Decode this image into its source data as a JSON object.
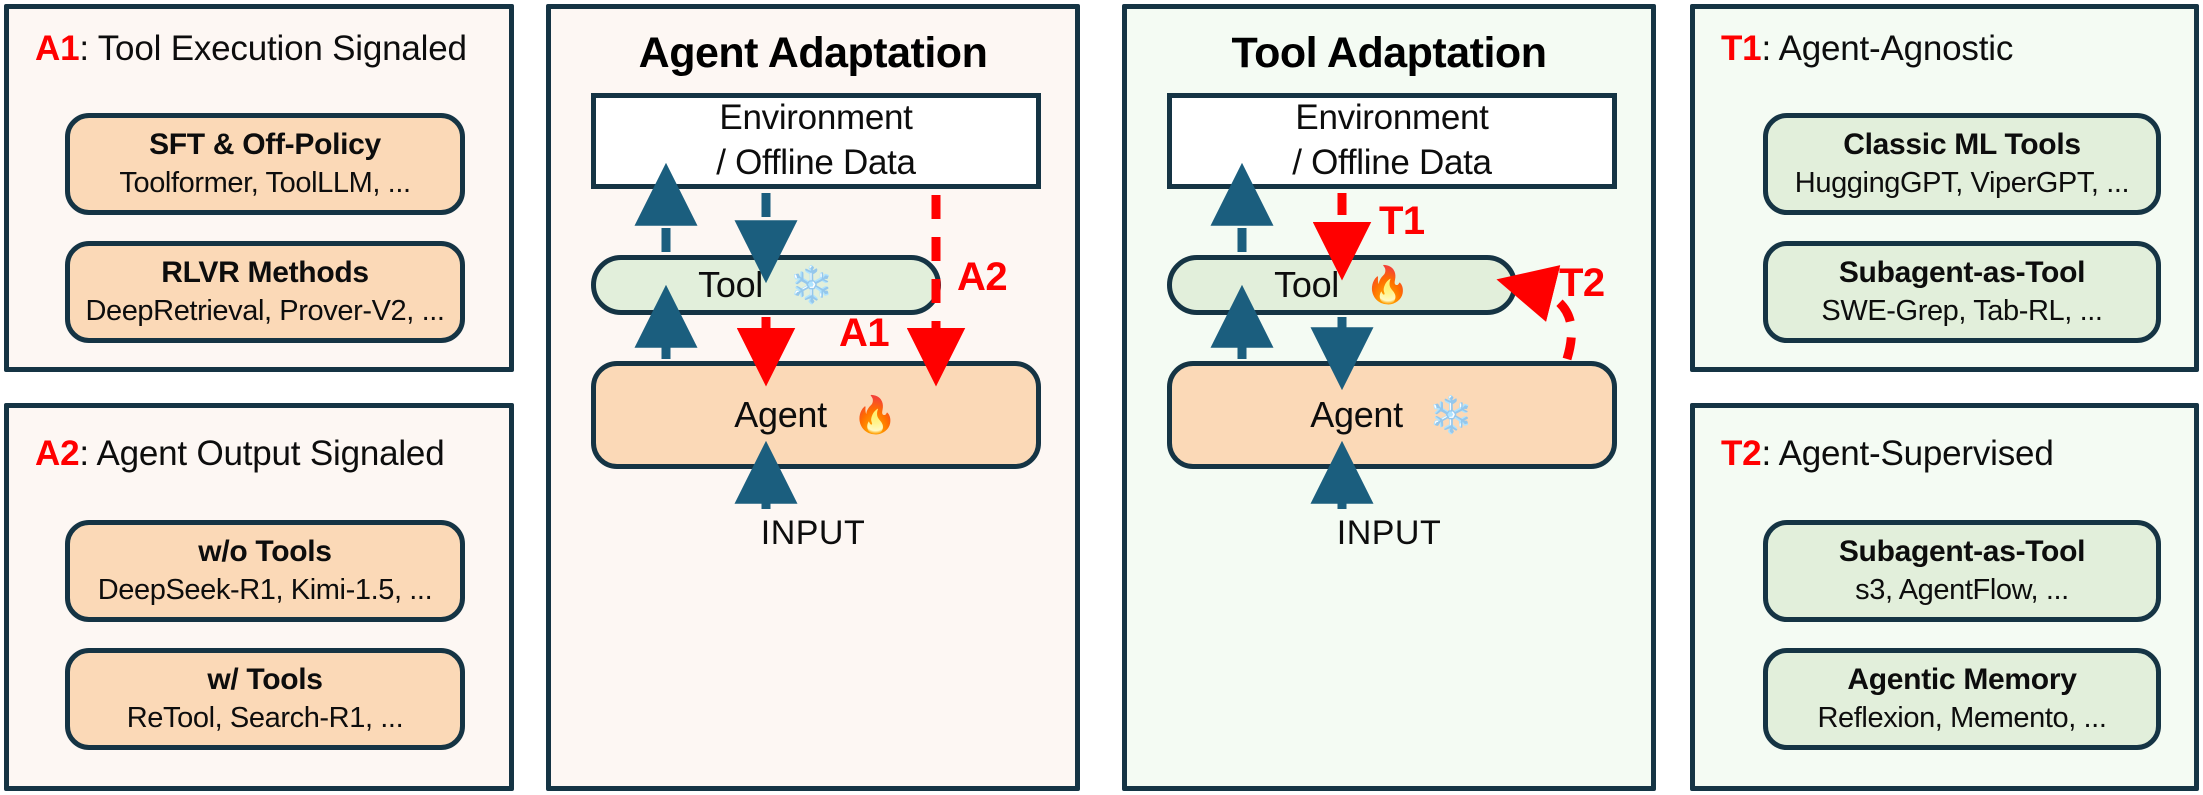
{
  "meta": {
    "accent_red": "#ff0000",
    "stroke_dark": "#153444",
    "arrow_blue": "#1b5e7e",
    "peach_fill": "#fbd9b7",
    "green_fill": "#e2efdb",
    "cream_panel": "#fdf7f3",
    "mint_panel": "#f4fbf3"
  },
  "left_panels": [
    {
      "tag": "A1",
      "title": ": Tool Execution Signaled",
      "cards": [
        {
          "heading": "SFT & Off-Policy",
          "examples": "Toolformer, ToolLLM, ..."
        },
        {
          "heading": "RLVR Methods",
          "examples": "DeepRetrieval, Prover-V2, ..."
        }
      ]
    },
    {
      "tag": "A2",
      "title": ": Agent Output Signaled",
      "cards": [
        {
          "heading": "w/o Tools",
          "examples": "DeepSeek-R1, Kimi-1.5, ..."
        },
        {
          "heading": "w/ Tools",
          "examples": "ReTool, Search-R1, ..."
        }
      ]
    }
  ],
  "center_panels": [
    {
      "title": "Agent Adaptation",
      "env_line1": "Environment",
      "env_line2": "/ Offline Data",
      "tool_label": "Tool",
      "tool_state_icon": "snowflake-frozen",
      "tool_state_glyph": "❄️",
      "agent_label": "Agent",
      "agent_state_icon": "fire-trainable",
      "agent_state_glyph": "🔥",
      "input_label": "INPUT",
      "flow_tags": [
        "A1",
        "A2"
      ]
    },
    {
      "title": "Tool Adaptation",
      "env_line1": "Environment",
      "env_line2": "/ Offline Data",
      "tool_label": "Tool",
      "tool_state_icon": "fire-trainable",
      "tool_state_glyph": "🔥",
      "agent_label": "Agent",
      "agent_state_icon": "snowflake-frozen",
      "agent_state_glyph": "❄️",
      "input_label": "INPUT",
      "flow_tags": [
        "T1",
        "T2"
      ]
    }
  ],
  "right_panels": [
    {
      "tag": "T1",
      "title": ": Agent-Agnostic",
      "cards": [
        {
          "heading": "Classic ML Tools",
          "examples": "HuggingGPT, ViperGPT, ..."
        },
        {
          "heading": "Subagent-as-Tool",
          "examples": "SWE-Grep, Tab-RL, ..."
        }
      ]
    },
    {
      "tag": "T2",
      "title": ": Agent-Supervised",
      "cards": [
        {
          "heading": "Subagent-as-Tool",
          "examples": "s3, AgentFlow, ..."
        },
        {
          "heading": "Agentic Memory",
          "examples": "Reflexion, Memento, ..."
        }
      ]
    }
  ]
}
